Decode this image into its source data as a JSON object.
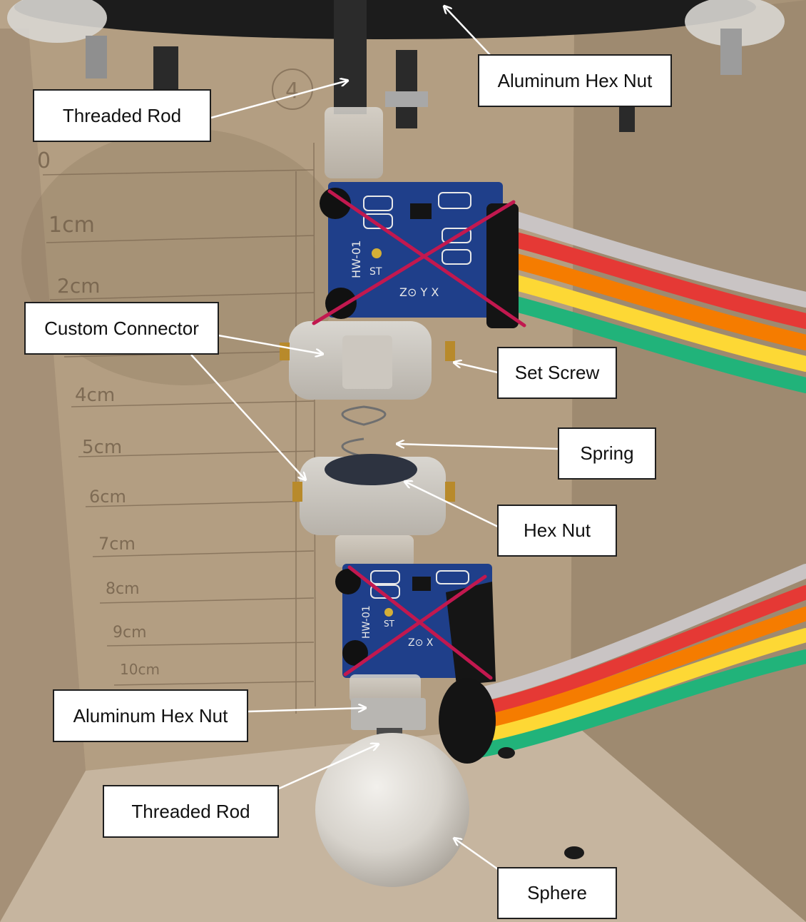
{
  "labels": {
    "aluminum_hex_nut_top": "Aluminum Hex Nut",
    "threaded_rod_top": "Threaded Rod",
    "custom_connector": "Custom Connector",
    "set_screw": "Set Screw",
    "spring": "Spring",
    "hex_nut": "Hex Nut",
    "aluminum_hex_nut_bottom": "Aluminum Hex Nut",
    "threaded_rod_bottom": "Threaded Rod",
    "sphere": "Sphere"
  },
  "ruler": {
    "marks": [
      "0",
      "1cm",
      "2cm",
      "4cm",
      "5cm",
      "6cm",
      "7cm",
      "8cm",
      "9cm",
      "10cm"
    ],
    "circle_number": "4"
  },
  "sensor": {
    "model": "HW-01",
    "pad_label": "ST",
    "axes_top": "Z⊙ Y\n X",
    "axes_bottom": "Z⊙\n X"
  },
  "colors": {
    "cross": "#c2184f",
    "board": "#1f3f8a",
    "wire_colors": [
      "#c9c4c4",
      "#e53935",
      "#f57c00",
      "#fdd835",
      "#21b37a"
    ]
  }
}
